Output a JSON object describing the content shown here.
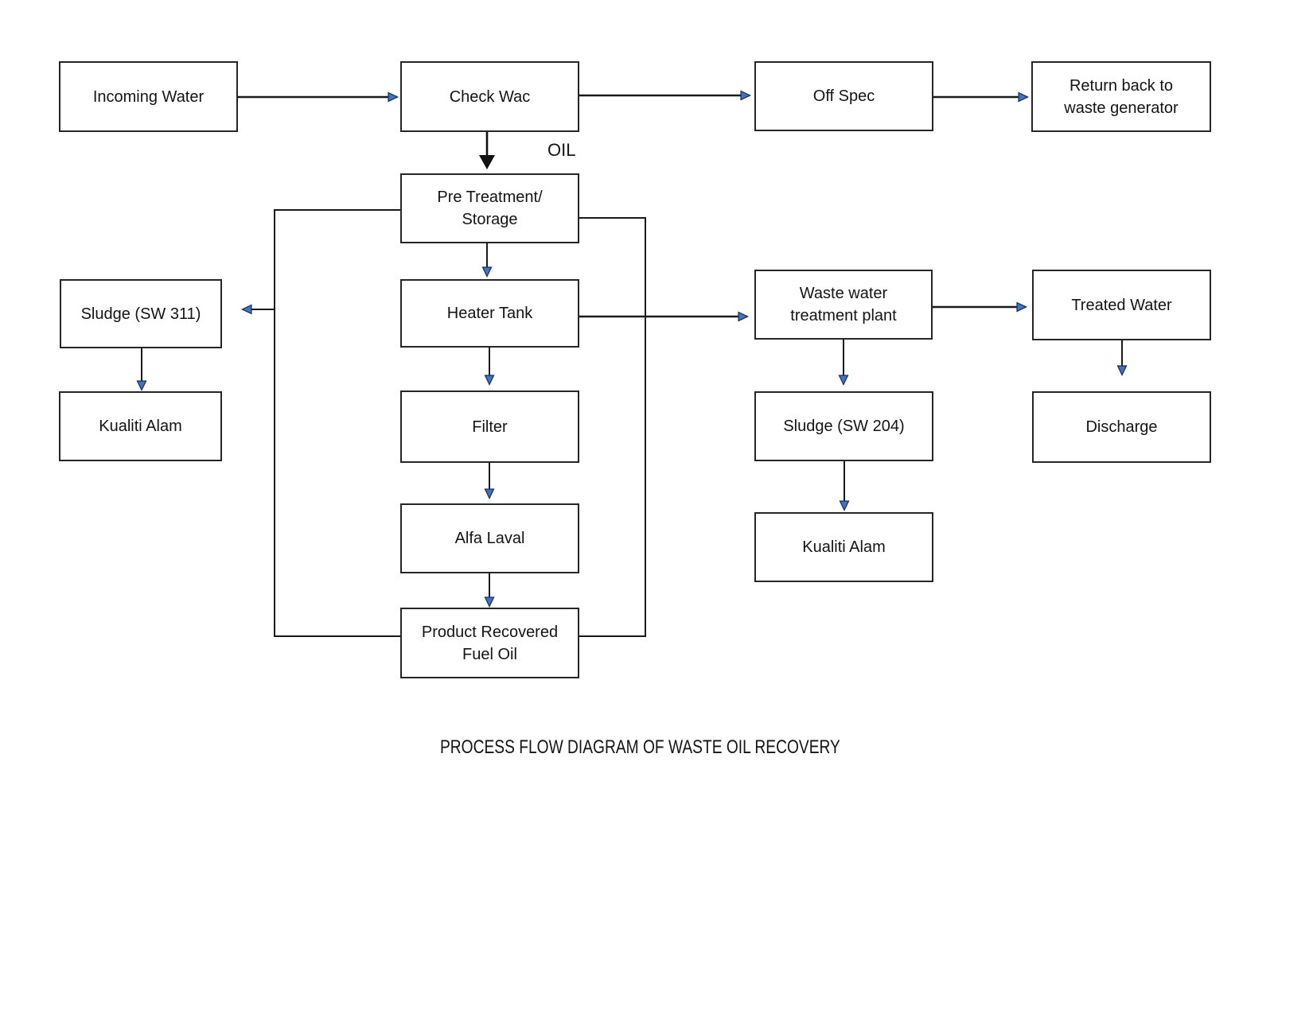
{
  "diagram": {
    "title": "PROCESS FLOW DIAGRAM OF WASTE OIL RECOVERY",
    "oil_label": "OIL",
    "nodes": {
      "incoming_water": {
        "label": "Incoming Water"
      },
      "check_wac": {
        "label": "Check Wac"
      },
      "off_spec": {
        "label": "Off Spec"
      },
      "return_back": {
        "label": "Return back to\nwaste generator"
      },
      "pre_treatment": {
        "label": "Pre Treatment/\nStorage"
      },
      "sludge_311": {
        "label": "Sludge (SW 311)"
      },
      "heater_tank": {
        "label": "Heater Tank"
      },
      "wwtp": {
        "label": "Waste water\ntreatment plant"
      },
      "treated_water": {
        "label": "Treated Water"
      },
      "kualiti_left": {
        "label": "Kualiti Alam"
      },
      "filter": {
        "label": "Filter"
      },
      "sludge_204": {
        "label": "Sludge (SW 204)"
      },
      "discharge": {
        "label": "Discharge"
      },
      "alfa_laval": {
        "label": "Alfa Laval"
      },
      "kualiti_right": {
        "label": "Kualiti Alam"
      },
      "product_recovered": {
        "label": "Product Recovered\nFuel Oil"
      }
    },
    "edges": [
      {
        "from": "incoming_water",
        "to": "check_wac"
      },
      {
        "from": "check_wac",
        "to": "off_spec"
      },
      {
        "from": "off_spec",
        "to": "return_back"
      },
      {
        "from": "check_wac",
        "to": "pre_treatment",
        "label": "OIL"
      },
      {
        "from": "pre_treatment",
        "to": "heater_tank"
      },
      {
        "from": "heater_tank",
        "to": "wwtp"
      },
      {
        "from": "heater_tank",
        "to": "filter"
      },
      {
        "from": "filter",
        "to": "alfa_laval"
      },
      {
        "from": "alfa_laval",
        "to": "product_recovered"
      },
      {
        "from": "product_recovered",
        "to": "pre_treatment",
        "note": "recycle loop, left and right side lines"
      },
      {
        "from": "recycle_loop",
        "to": "sludge_311"
      },
      {
        "from": "sludge_311",
        "to": "kualiti_left"
      },
      {
        "from": "wwtp",
        "to": "treated_water"
      },
      {
        "from": "wwtp",
        "to": "sludge_204"
      },
      {
        "from": "sludge_204",
        "to": "kualiti_right"
      },
      {
        "from": "treated_water",
        "to": "discharge"
      }
    ],
    "colors": {
      "line": "#1a1a1a",
      "box_border": "#262626",
      "arrowhead_blue": "#4472C4",
      "arrowhead_outline": "#17365D",
      "arrowhead_black": "#111111"
    }
  }
}
